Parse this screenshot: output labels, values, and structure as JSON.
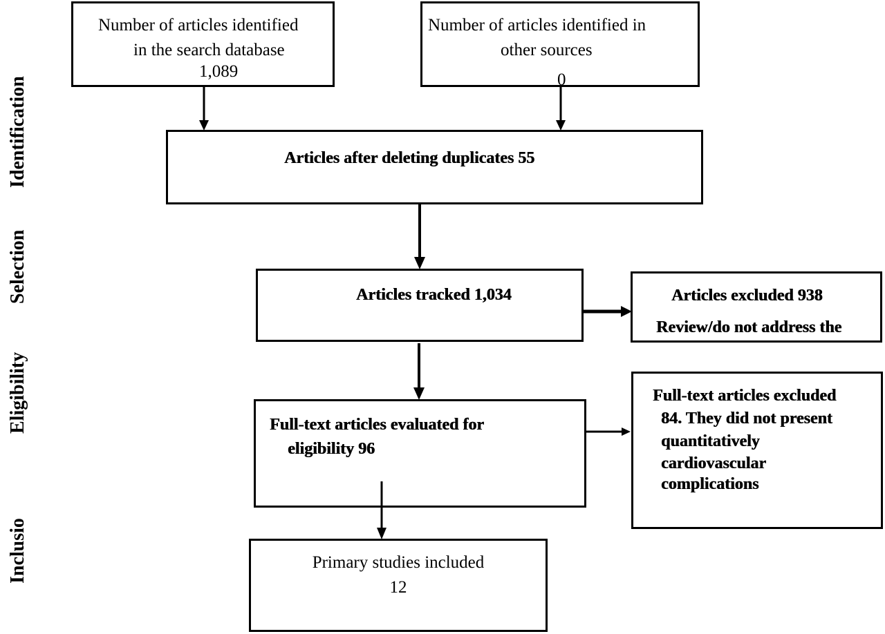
{
  "stages": {
    "identification": "Identification",
    "selection": "Selection",
    "eligibility": "Eligibility",
    "inclusion": "Inclusio"
  },
  "boxes": {
    "database": {
      "line1": "Number of articles identified",
      "line2": "in the search database",
      "line3": "1,089"
    },
    "other_sources": {
      "line1": "Number of articles identified in",
      "line2": "other sources",
      "line3": "0"
    },
    "duplicates": {
      "line1": "Articles after deleting duplicates 55"
    },
    "tracked": {
      "line1": "Articles tracked 1,034"
    },
    "excluded": {
      "line1": "Articles excluded 938",
      "line2": "Review/do not address the"
    },
    "full_text": {
      "line1": "Full-text articles evaluated for",
      "line2": "eligibility 96"
    },
    "full_text_excluded": {
      "line1": "Full-text articles excluded",
      "line2": "84. They did not present",
      "line3": "quantitatively",
      "line4": "cardiovascular",
      "line5": "complications"
    },
    "included": {
      "line1": "Primary studies included",
      "line2": "12"
    }
  }
}
